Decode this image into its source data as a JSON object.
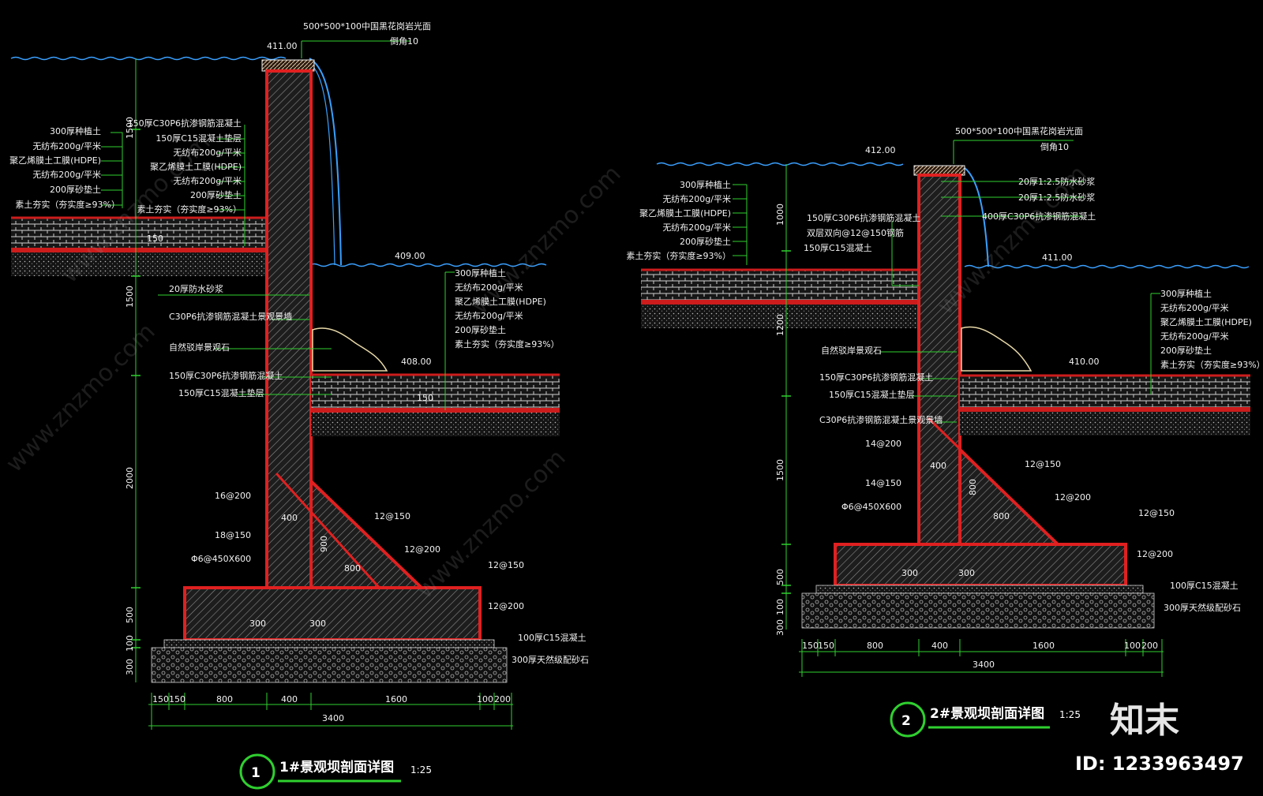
{
  "section1": {
    "title": "1#景观坝剖面详图",
    "number": "1",
    "scale": "1:25",
    "top_material": "500*500*100中国黑花岗岩光面",
    "top_chamfer": "倒角10",
    "elev_top": "411.00",
    "elev_water": "409.00",
    "elev_bottom": "408.00",
    "left_layers": [
      "300厚种植土",
      "无纺布200g/平米",
      "聚乙烯膜土工膜(HDPE)",
      "无纺布200g/平米",
      "200厚砂垫土",
      "素土夯实（夯实度≥93%）"
    ],
    "inner_layers": [
      "150厚C30P6抗渗钢筋混凝土",
      "150厚C15混凝土垫层",
      "无纺布200g/平米",
      "聚乙烯膜土工膜(HDPE)",
      "无纺布200g/平米",
      "200厚砂垫土",
      "素土夯实（夯实度≥93%）"
    ],
    "right_layers": [
      "300厚种植土",
      "无纺布200g/平米",
      "聚乙烯膜土工膜(HDPE)",
      "无纺布200g/平米",
      "200厚砂垫土",
      "素土夯实（夯实度≥93%）"
    ],
    "wall_labels": [
      "20厚防水砂浆",
      "C30P6抗渗钢筋混凝土景观景墙",
      "自然驳岸景观石",
      "150厚C30P6抗渗钢筋混凝土",
      "150厚C15混凝土垫层"
    ],
    "rebar_labels": [
      "16@200",
      "18@150",
      "Φ6@450X600",
      "12@150",
      "12@200",
      "12@150",
      "12@200"
    ],
    "base_labels": [
      "100厚C15混凝土",
      "300厚天然级配砂石"
    ],
    "dims_vertical": [
      "1500",
      "1500",
      "2000",
      "500",
      "100",
      "300"
    ],
    "dims_small": [
      "150",
      "150",
      "400",
      "900",
      "800",
      "300",
      "300"
    ],
    "dims_bottom": [
      "150",
      "150",
      "800",
      "400",
      "1600",
      "100",
      "200"
    ],
    "dim_total": "3400"
  },
  "section2": {
    "title": "2#景观坝剖面详图",
    "number": "2",
    "scale": "1:25",
    "top_material": "500*500*100中国黑花岗岩光面",
    "top_chamfer": "倒角10",
    "elev_top": "412.00",
    "elev_water": "411.00",
    "elev_bottom": "410.00",
    "left_layers": [
      "300厚种植土",
      "无纺布200g/平米",
      "聚乙烯膜土工膜(HDPE)",
      "无纺布200g/平米",
      "200厚砂垫土",
      "素土夯实（夯实度≥93%）"
    ],
    "inner_layers": [
      "150厚C30P6抗渗钢筋混凝土",
      "双层双向@12@150钢筋",
      "150厚C15混凝土"
    ],
    "top_right_labels": [
      "20厚1:2.5防水砂浆",
      "20厚1:2.5防水砂浆",
      "400厚C30P6抗渗钢筋混凝土"
    ],
    "right_layers": [
      "300厚种植土",
      "无纺布200g/平米",
      "聚乙烯膜土工膜(HDPE)",
      "无纺布200g/平米",
      "200厚砂垫土",
      "素土夯实（夯实度≥93%）"
    ],
    "wall_labels": [
      "自然驳岸景观石",
      "150厚C30P6抗渗钢筋混凝土",
      "150厚C15混凝土垫层",
      "C30P6抗渗钢筋混凝土景观景墙"
    ],
    "rebar_labels": [
      "14@200",
      "14@150",
      "Φ6@450X600",
      "12@150",
      "12@200",
      "12@150",
      "12@200"
    ],
    "base_labels": [
      "100厚C15混凝土",
      "300厚天然级配砂石"
    ],
    "dims_vertical": [
      "1000",
      "1200",
      "1500",
      "500",
      "100",
      "300"
    ],
    "dims_small": [
      "400",
      "800",
      "800",
      "300",
      "300"
    ],
    "dims_bottom": [
      "150",
      "150",
      "800",
      "400",
      "1600",
      "100",
      "200"
    ],
    "dim_total": "3400"
  },
  "watermark": {
    "brand": "知末",
    "id": "ID: 1233963497",
    "ghost": "www.znzmo.com"
  }
}
